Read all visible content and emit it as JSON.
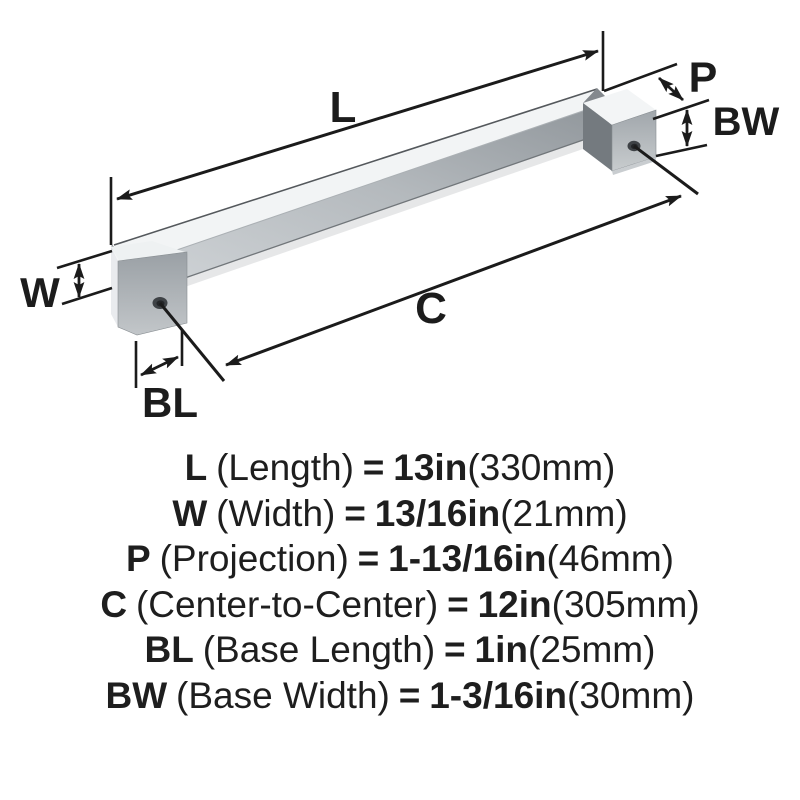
{
  "diagram": {
    "callouts": [
      {
        "id": "L",
        "text": "L"
      },
      {
        "id": "W",
        "text": "W"
      },
      {
        "id": "P",
        "text": "P"
      },
      {
        "id": "C",
        "text": "C"
      },
      {
        "id": "BL",
        "text": "BL"
      },
      {
        "id": "BW",
        "text": "BW"
      }
    ],
    "colors": {
      "dimension_line": "#1b1b1b",
      "label_text": "#1c1c1c",
      "bar_top_face": "#f2f4f5",
      "bar_front_light": "#ced2d5",
      "bar_front_dark": "#8f959a",
      "base_front_light": "#c2c6c9",
      "base_front_dark": "#9aa0a5",
      "base_side_shadow": "#747a7f",
      "base_top_face": "#f3f5f6",
      "screw_hole": "#3e4246"
    }
  },
  "specs": {
    "lines": [
      {
        "code": "L",
        "name_display": "(Length)",
        "equals": "=",
        "value_display": "13in",
        "metric_display": "(330mm)"
      },
      {
        "code": "W",
        "name_display": "(Width)",
        "equals": "=",
        "value_display": "13/16in",
        "metric_display": "(21mm)"
      },
      {
        "code": "P",
        "name_display": "(Projection)",
        "equals": "=",
        "value_display": "1-13/16in",
        "metric_display": "(46mm)"
      },
      {
        "code": "C",
        "name_display": "(Center-to-Center)",
        "equals": "=",
        "value_display": "12in",
        "metric_display": "(305mm)"
      },
      {
        "code": "BL",
        "name_display": "(Base Length)",
        "equals": "=",
        "value_display": "1in",
        "metric_display": "(25mm)"
      },
      {
        "code": "BW",
        "name_display": "(Base Width)",
        "equals": "=",
        "value_display": "1-3/16in",
        "metric_display": "(30mm)"
      }
    ]
  }
}
